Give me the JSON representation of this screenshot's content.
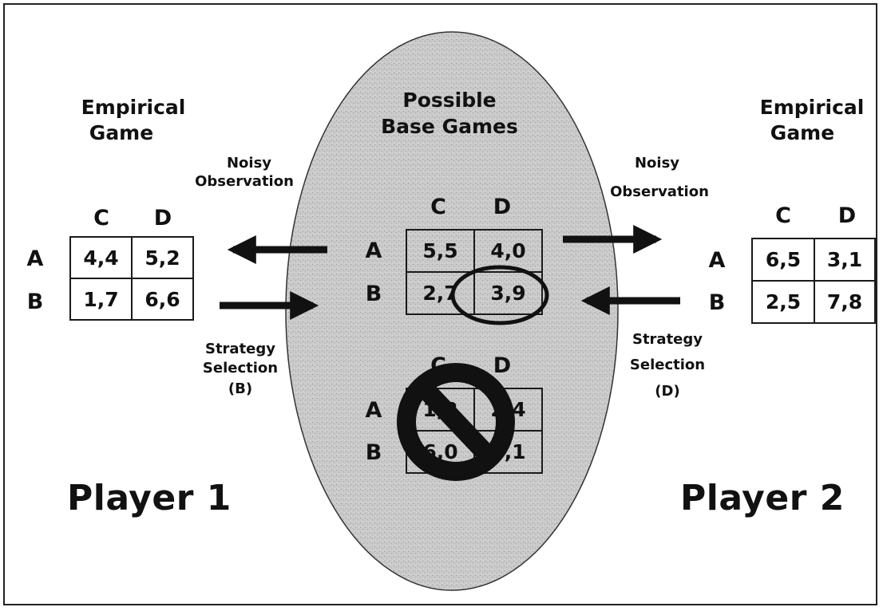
{
  "left": {
    "header_line1": "Empirical",
    "header_line2": "Game",
    "col_labels": [
      "C",
      "D"
    ],
    "row_labels": [
      "A",
      "B"
    ],
    "cells": [
      [
        "4,4",
        "5,2"
      ],
      [
        "1,7",
        "6,6"
      ]
    ],
    "arrow_top_label_line1": "Noisy",
    "arrow_top_label_line2": "Observation",
    "arrow_bottom_label_line1": "Strategy",
    "arrow_bottom_label_line2": "Selection",
    "arrow_bottom_label_line3": "(B)",
    "player_label": "Player 1"
  },
  "center": {
    "header_line1": "Possible",
    "header_line2": "Base Games",
    "game1": {
      "col_labels": [
        "C",
        "D"
      ],
      "row_labels": [
        "A",
        "B"
      ],
      "cells": [
        [
          "5,5",
          "4,0"
        ],
        [
          "2,7",
          "3,9"
        ]
      ],
      "highlighted_cell": "3,9"
    },
    "game2": {
      "col_labels": [
        "C",
        "D"
      ],
      "row_labels": [
        "A",
        "B"
      ],
      "cells": [
        [
          "1,2",
          "2,4"
        ],
        [
          "6,0",
          "7,1"
        ]
      ],
      "crossed_out": true
    }
  },
  "right": {
    "header_line1": "Empirical",
    "header_line2": "Game",
    "col_labels": [
      "C",
      "D"
    ],
    "row_labels": [
      "A",
      "B"
    ],
    "cells": [
      [
        "6,5",
        "3,1"
      ],
      [
        "2,5",
        "7,8"
      ]
    ],
    "arrow_top_label_line1": "Noisy",
    "arrow_top_label_line2": "Observation",
    "arrow_bottom_label_line1": "Strategy",
    "arrow_bottom_label_line2": "Selection",
    "arrow_bottom_label_line3": "(D)",
    "player_label": "Player 2"
  },
  "colors": {
    "ellipse_fill": "#c8c8c8",
    "ink": "#111111"
  }
}
